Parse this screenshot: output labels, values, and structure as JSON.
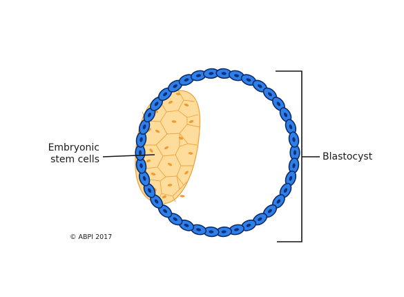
{
  "labels": {
    "embryonic_line1": "Embryonic",
    "embryonic_line2": "stem cells",
    "blastocyst": "Blastocyst",
    "copyright": "© ABPI 2017"
  },
  "colors": {
    "trophoblast_fill": "#2f7fe8",
    "trophoblast_outline": "#0b2a66",
    "trophoblast_nucleus": "#0d2f7a",
    "inner_mass_fill": "#fddc9c",
    "inner_mass_outline": "#f0a33a",
    "inner_mass_nucleus": "#f39a2e",
    "line": "#111111"
  },
  "icons": {
    "outer_cell": "trophoblast-cell-icon",
    "inner_mass": "inner-cell-mass-icon"
  }
}
